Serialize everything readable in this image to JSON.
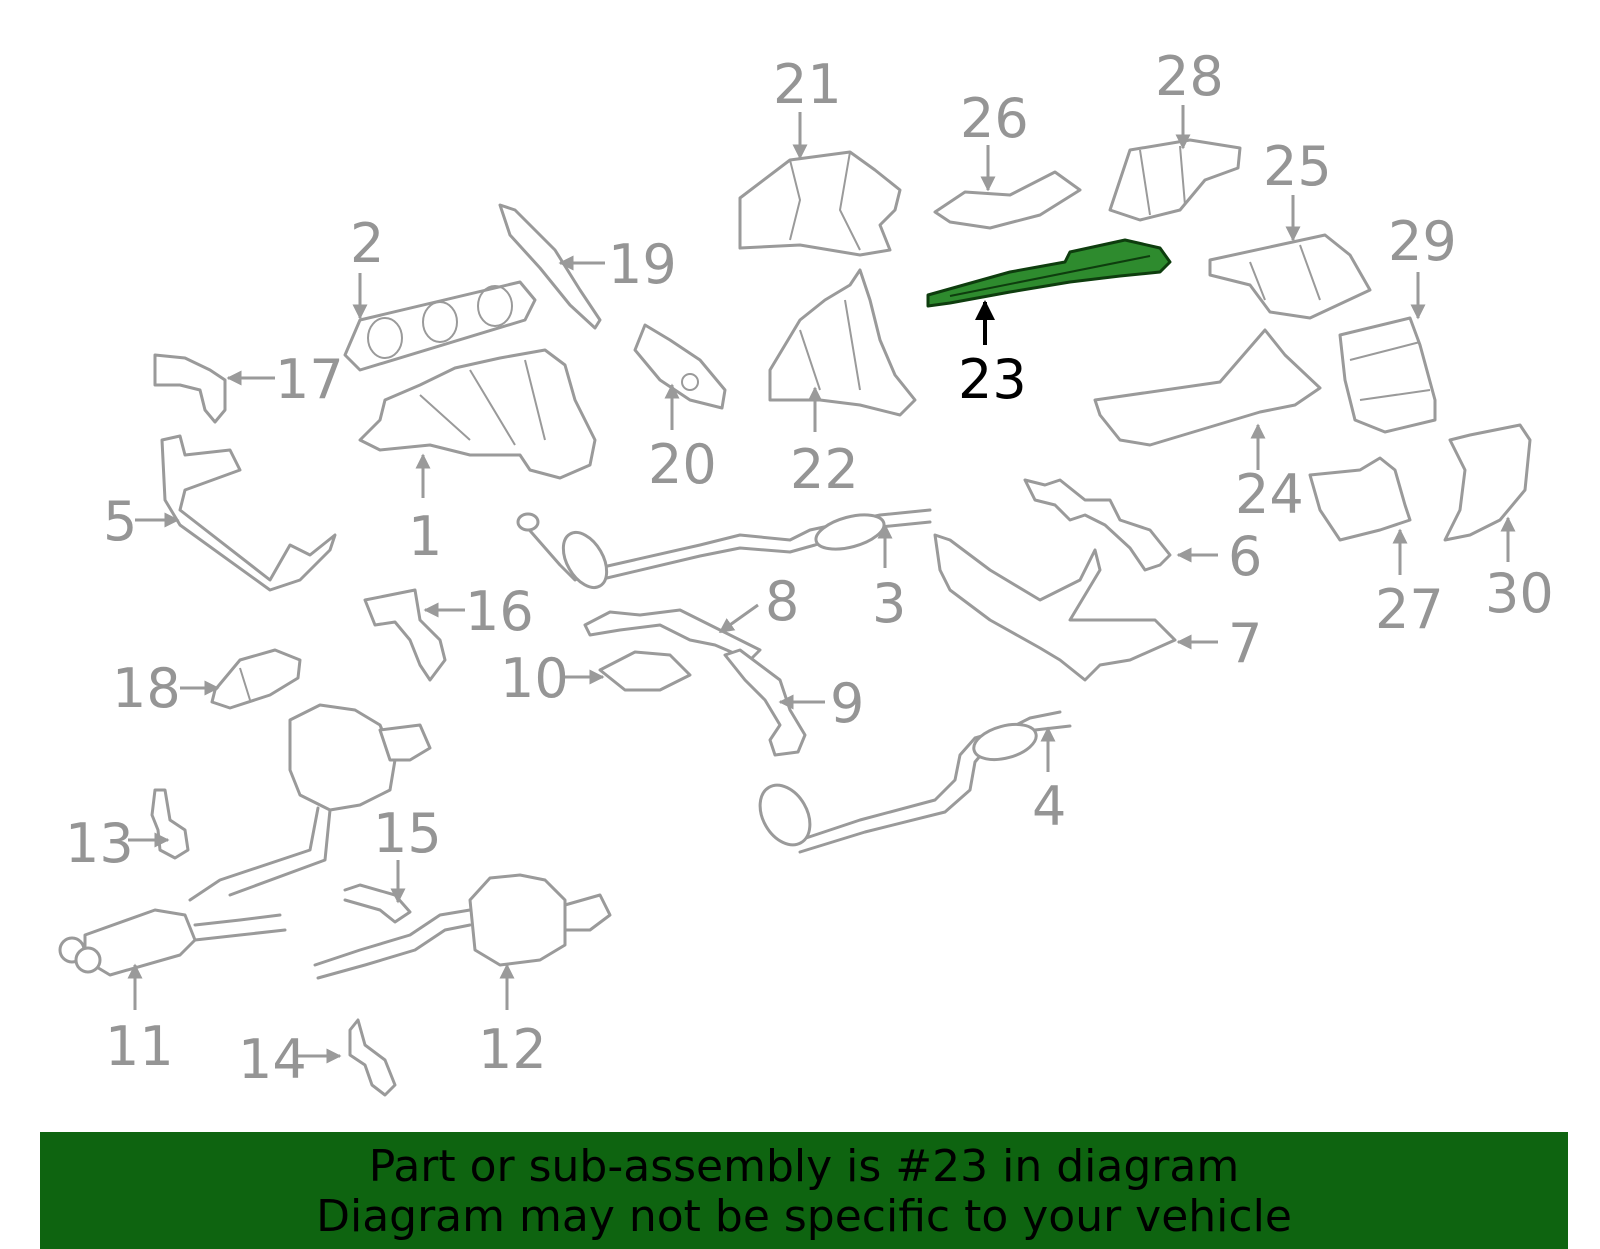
{
  "diagram": {
    "highlight_color": "#2e8b2e",
    "label_color": "#959595",
    "highlighted_part": "23",
    "callouts": [
      "1",
      "2",
      "3",
      "4",
      "5",
      "6",
      "7",
      "8",
      "9",
      "10",
      "11",
      "12",
      "13",
      "14",
      "15",
      "16",
      "17",
      "18",
      "19",
      "20",
      "21",
      "22",
      "23",
      "24",
      "25",
      "26",
      "27",
      "28",
      "29",
      "30"
    ]
  },
  "banner": {
    "background": "#0e6410",
    "line1": "Part or sub-assembly is #23 in diagram",
    "line2": "Diagram may not be specific to your vehicle"
  }
}
